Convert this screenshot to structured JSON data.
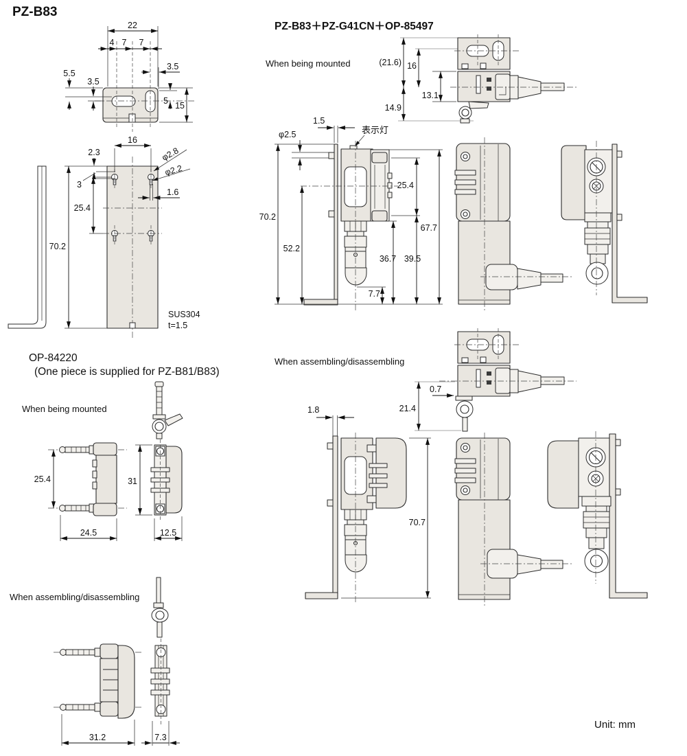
{
  "page": {
    "title": "PZ-B83",
    "unit": "Unit: mm"
  },
  "bracket_top": {
    "d22": "22",
    "d4": "4",
    "d7a": "7",
    "d7b": "7",
    "d35r": "3.5",
    "d55": "5.5",
    "d35l": "3.5",
    "d5": "5",
    "d15": "15"
  },
  "bracket_front": {
    "d16": "16",
    "d23": "2.3",
    "d3": "3",
    "d254": "25.4",
    "d702": "70.2",
    "phi28": "φ2.8",
    "phi22": "φ2.2",
    "d16b": "1.6",
    "material": "SUS304",
    "thickness": "t=1.5"
  },
  "assembly": {
    "title": "PZ-B83＋PZ-G41CN＋OP-85497",
    "mounted_label": "When being mounted",
    "assembling_label": "When assembling/disassembling",
    "side": {
      "d216": "(21.6)",
      "d16": "16",
      "d131": "13.1",
      "d149": "14.9"
    },
    "front": {
      "d15": "1.5",
      "phi25": "φ2.5",
      "indicator": "表示灯",
      "d702": "70.2",
      "d522": "52.2",
      "d254": "25.4",
      "d677": "67.7",
      "d367": "36.7",
      "d395": "39.5",
      "d77": "7.7"
    },
    "assembling": {
      "d07": "0.7",
      "d214": "21.4",
      "d18": "1.8",
      "d707": "70.7"
    }
  },
  "op84220": {
    "title": "OP-84220",
    "subtitle": "(One piece is supplied for PZ-B81/B83)",
    "mounted_label": "When being mounted",
    "assembling_label": "When assembling/disassembling",
    "mounted": {
      "d254": "25.4",
      "d31": "31",
      "d245": "24.5",
      "d125": "12.5"
    },
    "assembling": {
      "d312": "31.2",
      "d73": "7.3"
    }
  }
}
